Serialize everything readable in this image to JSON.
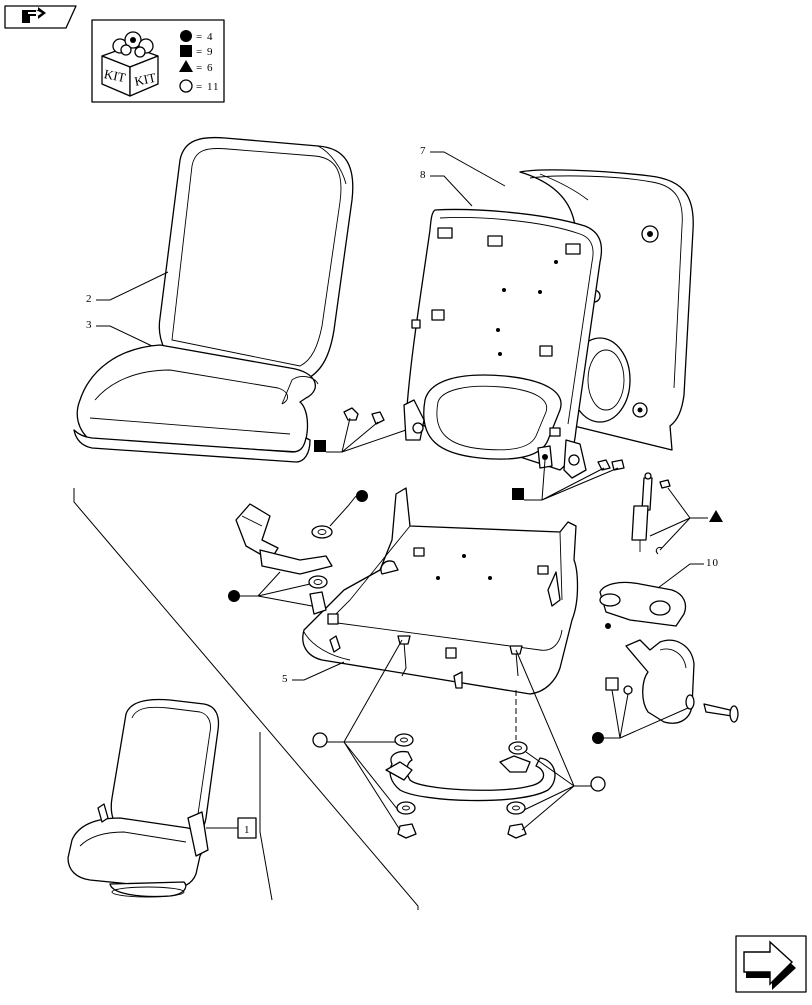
{
  "kit_legend": {
    "box_text_left": "KIT",
    "box_text_right": "KIT",
    "rows": [
      {
        "symbol": "circle-filled-icon",
        "text": "= 4"
      },
      {
        "symbol": "square-filled-icon",
        "text": "= 9"
      },
      {
        "symbol": "triangle-filled-icon",
        "text": "= 6"
      },
      {
        "symbol": "circle-outline-icon",
        "text": "= 11"
      }
    ]
  },
  "callouts": {
    "c1": "1",
    "c2": "2",
    "c3": "3",
    "c5": "5",
    "c7": "7",
    "c8": "8",
    "c10": "10"
  },
  "nav": {
    "top_icon": "back-arrow-icon",
    "bottom_icon": "next-arrow-icon"
  }
}
